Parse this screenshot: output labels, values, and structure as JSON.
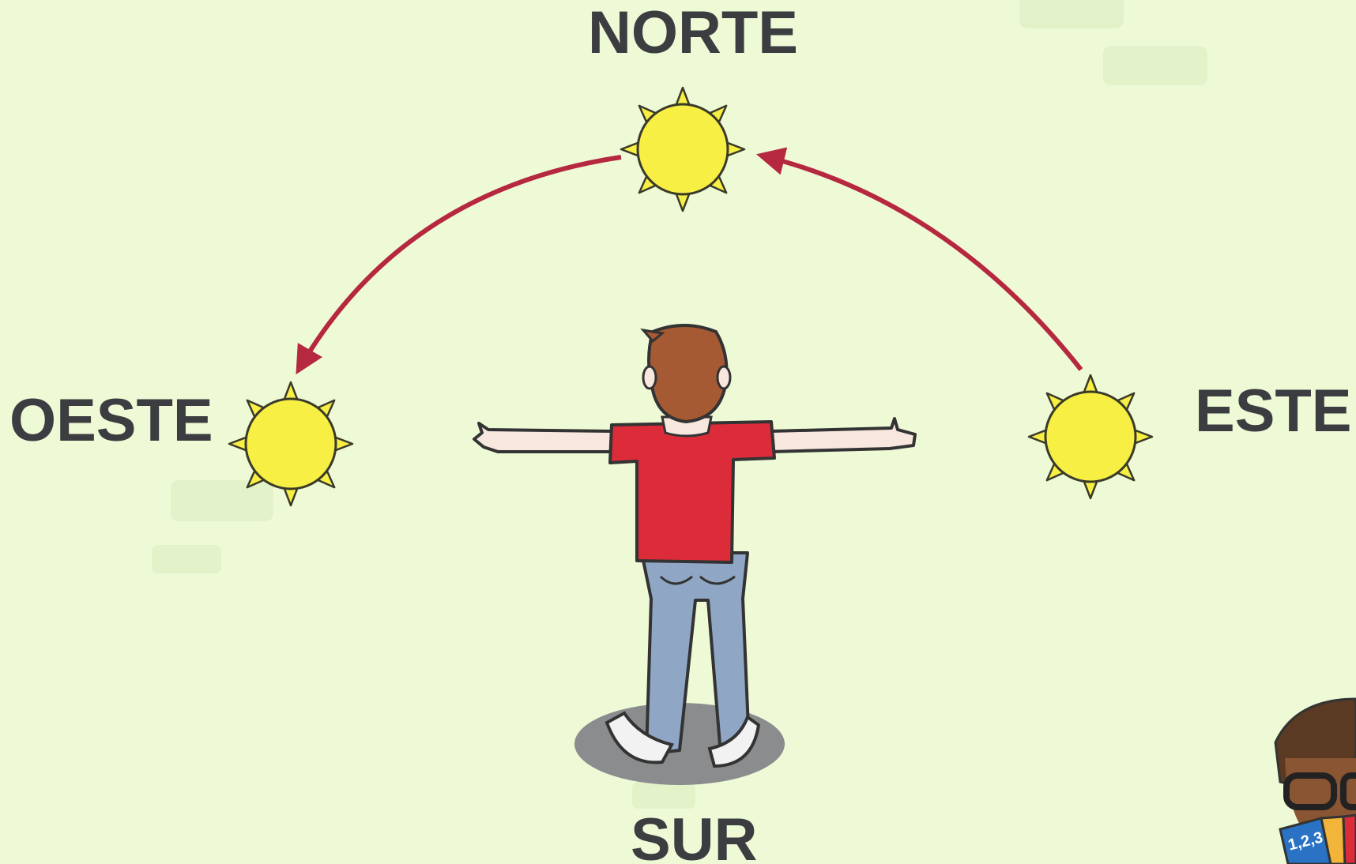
{
  "labels": {
    "north": "NORTE",
    "west": "OESTE",
    "east": "ESTE",
    "south": "SUR"
  },
  "book_text": "1,2,3",
  "icons": {
    "sun": "sun-icon",
    "arrow": "curved-arrow",
    "person": "person-arms-outstretched",
    "mascot": "reading-child-mascot"
  },
  "colors": {
    "background": "#eefad6",
    "text": "#3b3d40",
    "sun_fill": "#f7ef43",
    "sun_stroke": "#3a3a2a",
    "arrow": "#b5283f",
    "shirt": "#dc2c3a",
    "jeans": "#8fa6c4",
    "hair": "#a55a34"
  }
}
